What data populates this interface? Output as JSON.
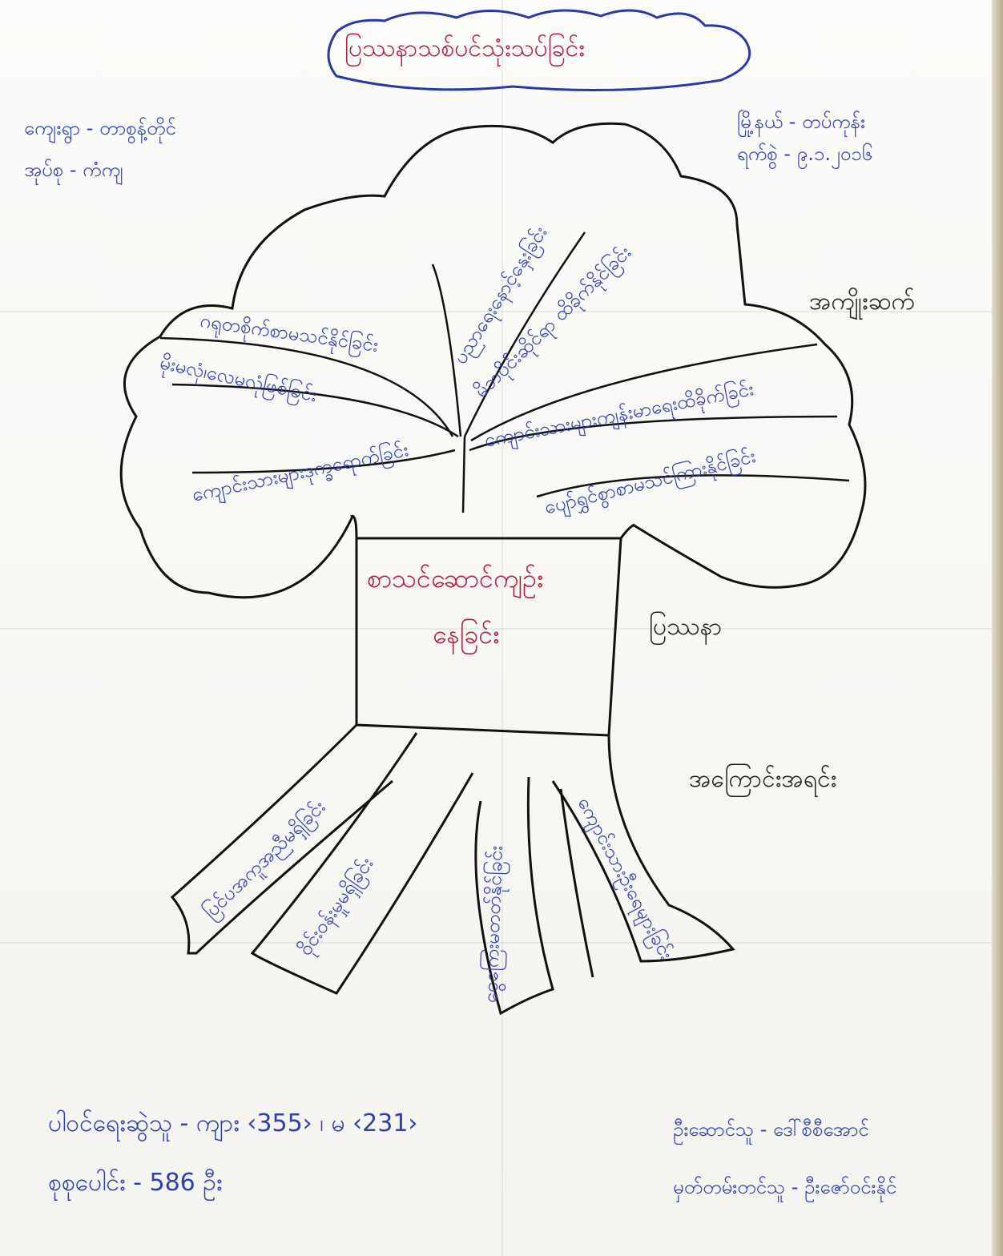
{
  "title": "ပြဿနာသစ်ပင်သုံးသပ်ခြင်း",
  "header_left": {
    "village": "ကျေးရွာ - ",
    "village_value": "တာစွန့်တိုင်",
    "group": "အုပ်စု - ",
    "group_value": "ကံကျ"
  },
  "header_right": {
    "township": "မြို့နယ် - တပ်ကုန်း",
    "date": "ရက်စွဲ - ",
    "date_value": "၉.၁.၂၀၁၆"
  },
  "side_labels": {
    "effects": "အကျိုးဆက်",
    "problem": "ပြဿနာ",
    "causes": "အကြောင်းအရင်း"
  },
  "core_problem": {
    "line1": "စာသင်ဆောင်ကျဉ်း",
    "line2": "နေခြင်း"
  },
  "effects": [
    "ဂရုတစိုက်စာမသင်နိုင်ခြင်း",
    "မိုးမလုံ၊လေမလုံဖြစ်ခြင်း",
    "ကျောင်းသားများဒုက္ခရောက်ခြင်း",
    "ပညာရေးနောင့်နှေးခြင်း",
    "မိဘပိုင်းဆိုင်ရာ ထိခိုက်နိုင်ခြင်း",
    "ကျောင်းသားများကျန်းမာရေးထိခိုက်ခြင်း",
    "ပျော်ရွှင်စွာစာမသင်ကြားနိုင်ခြင်း"
  ],
  "causes": [
    "ပြင်ပအကူအညီမရှိခြင်း",
    "ဝိုင်းဝန်းမှုမရှိခြင်း",
    "ငွေကြေးမတတ်နိုင်ခြင်း",
    "ကျောင်းသားဦးရေများခြင်း"
  ],
  "footer": {
    "participants": "ပါဝင်ရေးဆွဲသူ - ကျား ‹355› ၊ မ ‹231›",
    "total": "စုစုပေါင်း - 586 ဦး",
    "facilitator": "ဦးဆောင်သူ - ဒေါ်စီစီအောင်",
    "recorder": "မှတ်တမ်းတင်သူ - ဦးဇော်ဝင်းနိုင်"
  }
}
